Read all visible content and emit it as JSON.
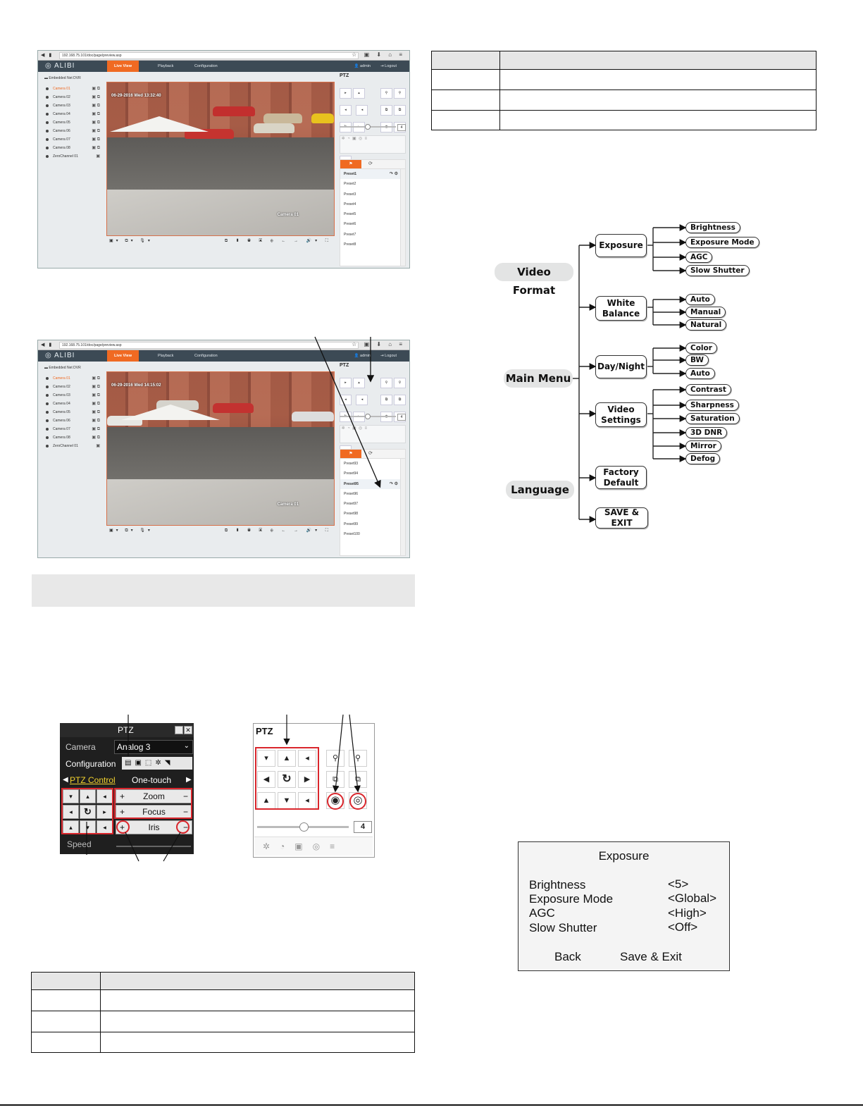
{
  "screens": [
    {
      "url": "192.168.75.101/doc/page/preview.asp",
      "brand": "ALIBI",
      "tabs": [
        "Live View",
        "Playback",
        "Configuration"
      ],
      "user": "admin",
      "logout": "Logout",
      "device": "Embedded Net DVR",
      "cameras": [
        "Camera 01",
        "Camera 02",
        "Camera 03",
        "Camera 04",
        "Camera 05",
        "Camera 06",
        "Camera 07",
        "Camera 08",
        "ZeroChannel 01"
      ],
      "timestamp": "06-29-2016 Wed 13:32:40",
      "video_label": "Camera 01",
      "ptz_label": "PTZ",
      "speed_value": "4",
      "presets": [
        "Preset1",
        "Preset2",
        "Preset3",
        "Preset4",
        "Preset5",
        "Preset6",
        "Preset7",
        "Preset8"
      ]
    },
    {
      "url": "192.168.75.101/doc/page/preview.asp",
      "brand": "ALIBI",
      "tabs": [
        "Live View",
        "Playback",
        "Configuration"
      ],
      "user": "admin",
      "logout": "Logout",
      "device": "Embedded Net DVR",
      "cameras": [
        "Camera 01",
        "Camera 02",
        "Camera 03",
        "Camera 04",
        "Camera 05",
        "Camera 06",
        "Camera 07",
        "Camera 08",
        "ZeroChannel 01"
      ],
      "timestamp": "06-29-2016 Wed 14:15:02",
      "video_label": "Camera 01",
      "ptz_label": "PTZ",
      "speed_value": "4",
      "presets": [
        "Preset93",
        "Preset94",
        "Preset95",
        "Preset96",
        "Preset97",
        "Preset98",
        "Preset99",
        "Preset100"
      ]
    }
  ],
  "ptz_widget_local": {
    "title": "PTZ",
    "camera_label": "Camera",
    "camera_value": "Analog 3",
    "configuration_label": "Configuration",
    "tab_active": "PTZ Control",
    "tab_other": "One-touch",
    "zoom": "Zoom",
    "focus": "Focus",
    "iris": "Iris",
    "speed": "Speed",
    "plus": "+",
    "minus": "−"
  },
  "ptz_widget_web": {
    "title": "PTZ",
    "speed_value": "4"
  },
  "menu_tree": {
    "root": "Main Menu",
    "side_items": [
      "Video Format",
      "Language"
    ],
    "branches": [
      {
        "label": "Exposure",
        "leaves": [
          "Brightness",
          "Exposure Mode",
          "AGC",
          "Slow Shutter"
        ]
      },
      {
        "label": "White Balance",
        "leaves": [
          "Auto",
          "Manual",
          "Natural"
        ]
      },
      {
        "label": "Day/Night",
        "leaves": [
          "Color",
          "BW",
          "Auto"
        ]
      },
      {
        "label": "Video Settings",
        "leaves": [
          "Contrast",
          "Sharpness",
          "Saturation",
          "3D DNR",
          "Mirror",
          "Defog"
        ]
      },
      {
        "label": "Factory Default",
        "leaves": []
      },
      {
        "label": "SAVE & EXIT",
        "leaves": []
      }
    ]
  },
  "exposure_menu": {
    "title": "Exposure",
    "rows": [
      {
        "label": "Brightness",
        "value": "<5>"
      },
      {
        "label": "Exposure Mode",
        "value": "<Global>"
      },
      {
        "label": "AGC",
        "value": "<High>"
      },
      {
        "label": "Slow Shutter",
        "value": "<Off>"
      }
    ],
    "back": "Back",
    "save": "Save & Exit"
  },
  "colors": {
    "accent": "#f06a22",
    "header": "#3c4a55",
    "highlight_red": "#d9262c",
    "shade": "#e8e8e8"
  }
}
